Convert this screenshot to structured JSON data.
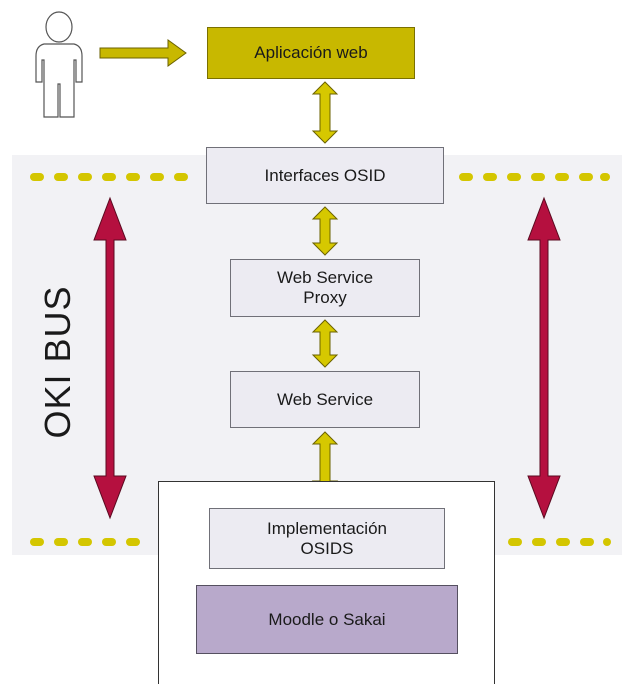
{
  "diagram": {
    "nodes": {
      "app": "Aplicación web",
      "osid": "Interfaces OSID",
      "proxy": "Web Service\nProxy",
      "ws": "Web Service",
      "impl": "Implementación\nOSIDS",
      "moodle": "Moodle o Sakai"
    },
    "bus_label": "OKI BUS",
    "colors": {
      "app_fill": "#c8b800",
      "connector": "#d6c800",
      "bus_dots": "#d4c600",
      "bus_arrow": "#b5103f",
      "moodle_fill": "#b8a9cb",
      "box_fill": "#ecebf2"
    },
    "icons": [
      "user-icon"
    ]
  }
}
